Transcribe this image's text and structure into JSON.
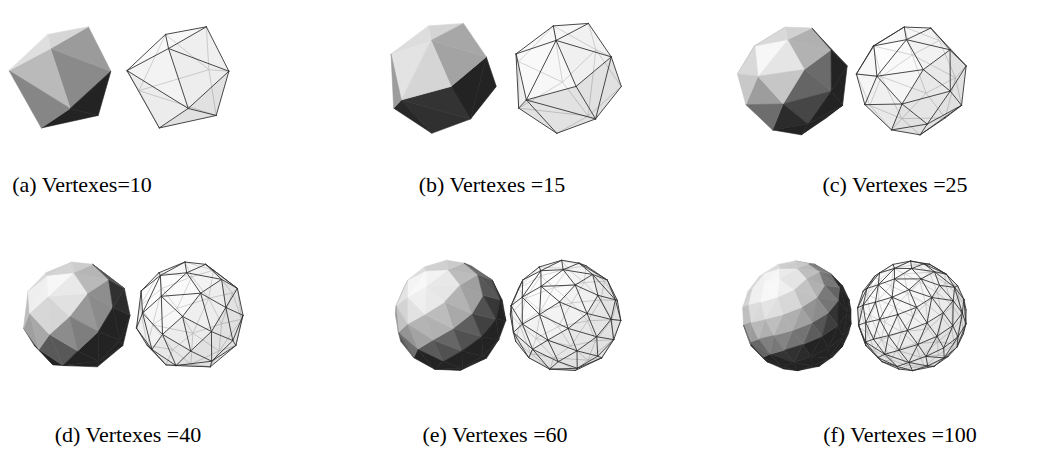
{
  "diagram": {
    "labels": [
      "(a) Vertexes=10",
      "(b) Vertexes =15",
      "(c) Vertexes =25",
      "(d) Vertexes =40",
      "(e) Vertexes =60",
      "(f) Vertexes =100"
    ]
  }
}
